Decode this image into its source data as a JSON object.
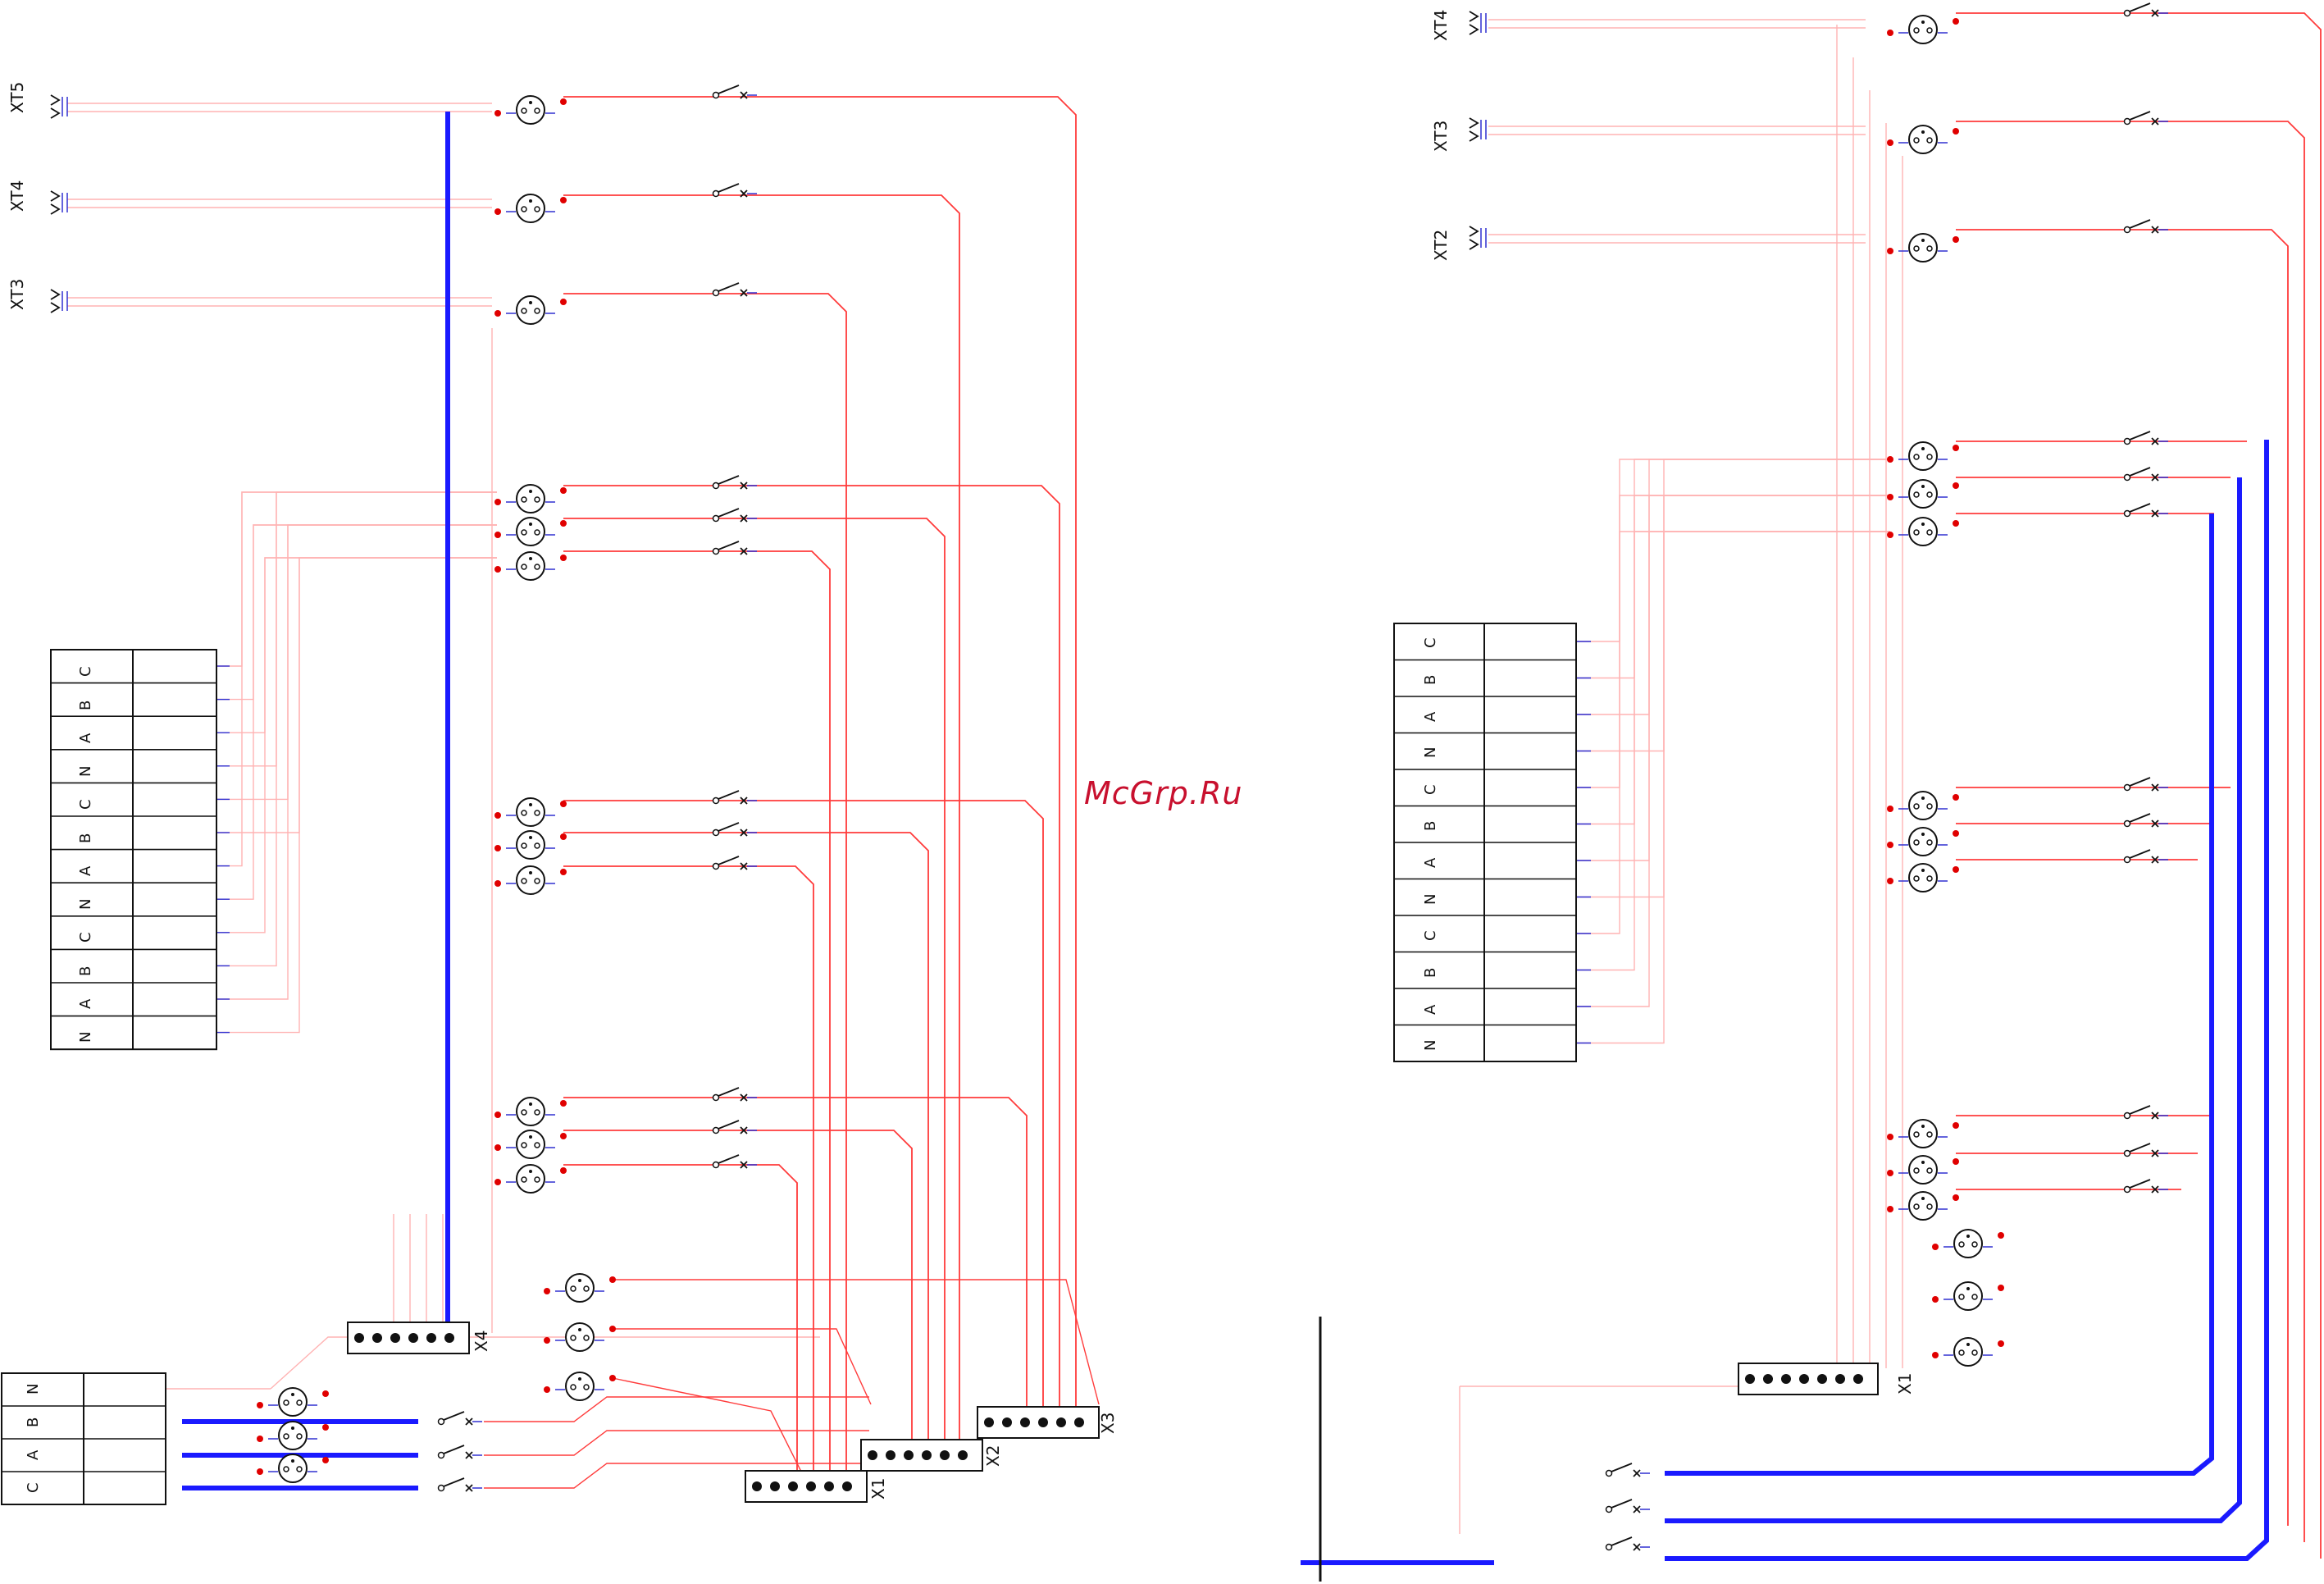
{
  "left_panel": {
    "sockets": [
      {
        "label": "XT5"
      },
      {
        "label": "XT4"
      },
      {
        "label": "XT3"
      }
    ],
    "phase_table": [
      "C",
      "B",
      "A",
      "N",
      "C",
      "B",
      "A",
      "N",
      "C",
      "B",
      "A",
      "N"
    ],
    "input_table": [
      "N",
      "B",
      "A",
      "C"
    ],
    "connectors": [
      "X4",
      "X1",
      "X2",
      "X3"
    ]
  },
  "right_panel": {
    "sockets": [
      {
        "label": "XT4"
      },
      {
        "label": "XT3"
      },
      {
        "label": "XT2"
      }
    ],
    "phase_table": [
      "C",
      "B",
      "A",
      "N",
      "C",
      "B",
      "A",
      "N",
      "C",
      "B",
      "A",
      "N"
    ],
    "connectors": [
      "X1"
    ]
  },
  "watermark": "McGrp.Ru",
  "colors": {
    "power_line": "#1a1aff",
    "signal_line": "#ff3b3b",
    "thin_line": "#ffb3b3",
    "wire_blue": "#3030d0",
    "node": "#e00000",
    "outline": "#111111"
  }
}
